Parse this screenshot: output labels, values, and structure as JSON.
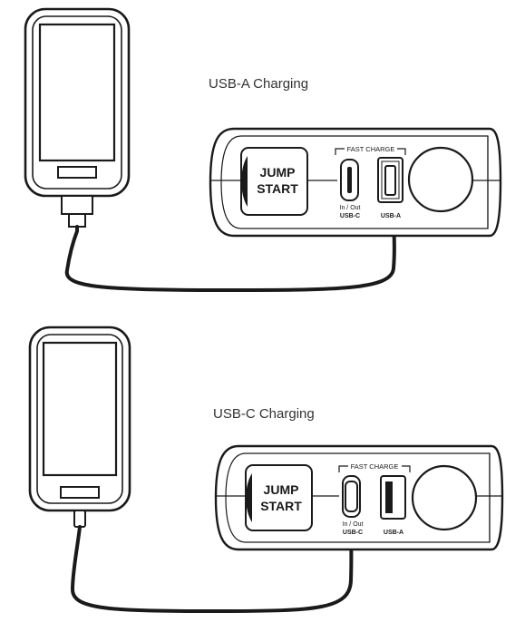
{
  "colors": {
    "line": "#1a1a1a",
    "screen": "#ffffff",
    "device_face": "#ffffff",
    "caption_text": "#333333"
  },
  "panels": [
    {
      "caption": "USB-A Charging",
      "active_port": "usb-a",
      "device": {
        "jump_button": {
          "line1": "JUMP",
          "line2": "START"
        },
        "fast_charge_label": "FAST CHARGE",
        "ports": {
          "usb_c": {
            "label_line1": "In / Out",
            "label_line2": "USB-C"
          },
          "usb_a": {
            "label_line1": "USB-A"
          }
        }
      }
    },
    {
      "caption": "USB-C Charging",
      "active_port": "usb-c",
      "device": {
        "jump_button": {
          "line1": "JUMP",
          "line2": "START"
        },
        "fast_charge_label": "FAST CHARGE",
        "ports": {
          "usb_c": {
            "label_line1": "In / Out",
            "label_line2": "USB-C"
          },
          "usb_a": {
            "label_line1": "USB-A"
          }
        }
      }
    }
  ]
}
